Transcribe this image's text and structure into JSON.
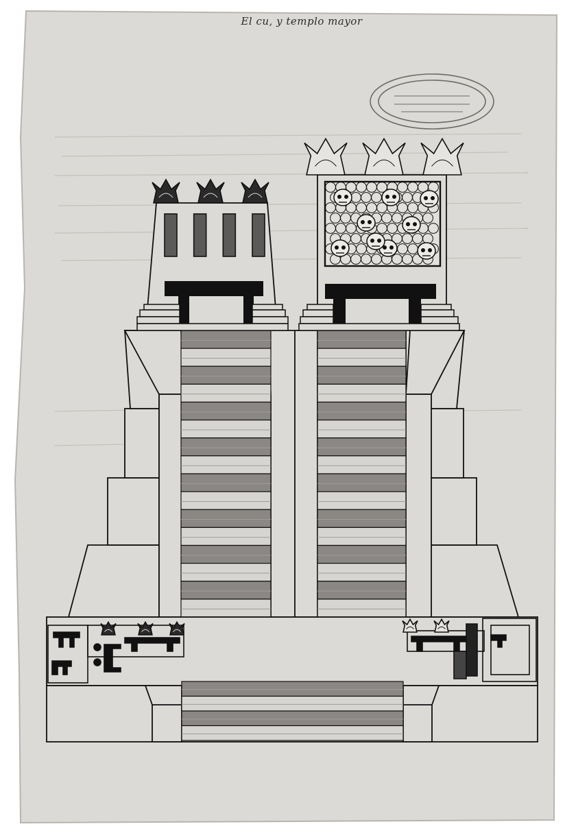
{
  "caption": "El cu, y templo mayor",
  "colors": {
    "paper": "#dcdad6",
    "paper_shadow": "#c9c6c0",
    "ink": "#111111",
    "stair_shade": "#8a8784",
    "step_light": "#d7d5d1",
    "stamp": "#6d6a66"
  },
  "stairs": {
    "left_step_count": 16,
    "right_step_count": 16,
    "front_step_count": 4
  },
  "ornaments": {
    "left_shrine_crest_count": 3,
    "right_shrine_crest_count": 3,
    "skull_count": 9,
    "left_shrine_panel_count": 4
  }
}
